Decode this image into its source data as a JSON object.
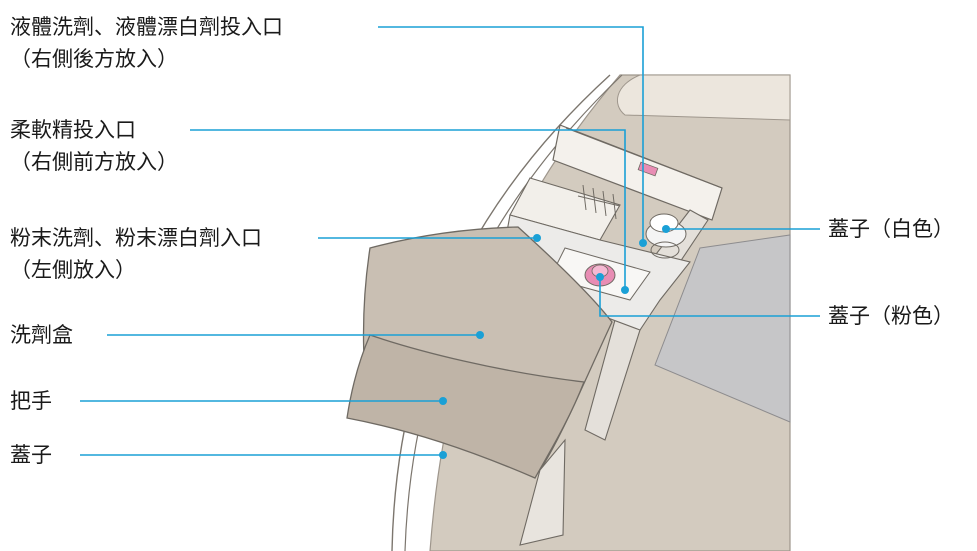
{
  "colors": {
    "leader_line": "#1aa0d6",
    "housing": "#d3cbbf",
    "housing_edge": "#9e968c",
    "drawer_front": "#c9bfb3",
    "drawer_inner": "#ecebe9",
    "window": "#c6c6c8",
    "cap_pink": "#e88db4",
    "cap_white": "#f4f4f4",
    "text": "#1a1a1a"
  },
  "labels": {
    "liquid_detergent_line1": "液體洗劑、液體漂白劑投入口",
    "liquid_detergent_line2": "（右側後方放入）",
    "softener_line1": "柔軟精投入口",
    "softener_line2": "（右側前方放入）",
    "powder_detergent_line1": "粉末洗劑、粉末漂白劑入口",
    "powder_detergent_line2": "（左側放入）",
    "detergent_box": "洗劑盒",
    "handle": "把手",
    "lid": "蓋子",
    "cap_white": "蓋子（白色）",
    "cap_pink": "蓋子（粉色）"
  }
}
